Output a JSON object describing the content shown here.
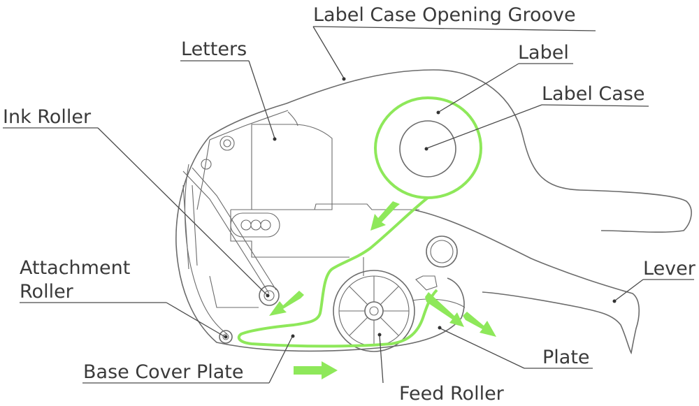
{
  "labels": {
    "label_case_opening_groove": "Label Case Opening Groove",
    "letters": "Letters",
    "label": "Label",
    "label_case": "Label Case",
    "ink_roller": "Ink Roller",
    "attachment_roller_line1": "Attachment",
    "attachment_roller_line2": "Roller",
    "lever": "Lever",
    "plate": "Plate",
    "base_cover_plate": "Base Cover Plate",
    "feed_roller": "Feed Roller"
  },
  "colors": {
    "label_path": "#8ee85a",
    "outline": "#6b6b6b",
    "text": "#3a3a3a"
  }
}
